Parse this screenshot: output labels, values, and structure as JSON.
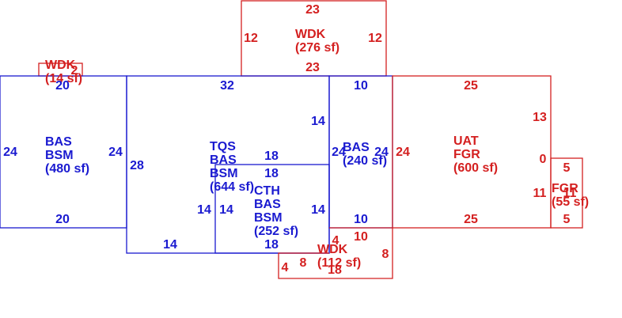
{
  "colors": {
    "main_area": "#1a1ad0",
    "other_area": "#d42020",
    "background": "#ffffff"
  },
  "areas": [
    {
      "id": "wdk-top",
      "color": "red",
      "lines": [
        "WDK",
        "(276 sf)"
      ]
    },
    {
      "id": "wdk-small",
      "color": "red",
      "lines": [
        "WDK",
        "(14 sf)"
      ]
    },
    {
      "id": "bas-left",
      "color": "blue",
      "lines": [
        "BAS",
        "BSM",
        "(480 sf)"
      ]
    },
    {
      "id": "tqs",
      "color": "blue",
      "lines": [
        "TQS",
        "BAS",
        "BSM",
        "(644 sf)"
      ]
    },
    {
      "id": "cth",
      "color": "blue",
      "lines": [
        "CTH",
        "BAS",
        "BSM",
        "(252 sf)"
      ]
    },
    {
      "id": "bas-240",
      "color": "blue",
      "lines": [
        "BAS",
        "(240 sf)"
      ]
    },
    {
      "id": "uat",
      "color": "red",
      "lines": [
        "UAT",
        "FGR",
        "(600 sf)"
      ]
    },
    {
      "id": "fgr",
      "color": "red",
      "lines": [
        "FGR",
        "(55 sf)"
      ]
    },
    {
      "id": "wdk-bottom",
      "color": "red",
      "lines": [
        "WDK",
        "(112 sf)"
      ]
    }
  ],
  "dimensions": [
    {
      "id": "wdk-top-top",
      "color": "red",
      "text": "23"
    },
    {
      "id": "wdk-top-left",
      "color": "red",
      "text": "12"
    },
    {
      "id": "wdk-top-right",
      "color": "red",
      "text": "12"
    },
    {
      "id": "wdk-top-bottom",
      "color": "red",
      "text": "23"
    },
    {
      "id": "wdk-small-side",
      "color": "red",
      "text": "2"
    },
    {
      "id": "bas-left-top",
      "color": "blue",
      "text": "20"
    },
    {
      "id": "bas-left-left",
      "color": "blue",
      "text": "24"
    },
    {
      "id": "bas-left-right",
      "color": "blue",
      "text": "24"
    },
    {
      "id": "bas-left-bottom",
      "color": "blue",
      "text": "20"
    },
    {
      "id": "tqs-top",
      "color": "blue",
      "text": "32"
    },
    {
      "id": "tqs-left",
      "color": "blue",
      "text": "28"
    },
    {
      "id": "tqs-right",
      "color": "blue",
      "text": "14"
    },
    {
      "id": "tqs-inner-h1",
      "color": "blue",
      "text": "18"
    },
    {
      "id": "cth-top",
      "color": "blue",
      "text": "18"
    },
    {
      "id": "tqs-bottom",
      "color": "blue",
      "text": "14"
    },
    {
      "id": "tqs-inner-v",
      "color": "blue",
      "text": "14"
    },
    {
      "id": "cth-left",
      "color": "blue",
      "text": "14"
    },
    {
      "id": "cth-right",
      "color": "blue",
      "text": "14"
    },
    {
      "id": "cth-bottom",
      "color": "blue",
      "text": "18"
    },
    {
      "id": "bas240-top",
      "color": "blue",
      "text": "10"
    },
    {
      "id": "bas240-left",
      "color": "blue",
      "text": "24"
    },
    {
      "id": "bas240-right",
      "color": "blue",
      "text": "24"
    },
    {
      "id": "bas240-bottom",
      "color": "blue",
      "text": "10"
    },
    {
      "id": "uat-left",
      "color": "red",
      "text": "24"
    },
    {
      "id": "uat-top",
      "color": "red",
      "text": "25"
    },
    {
      "id": "uat-right-upper",
      "color": "red",
      "text": "13"
    },
    {
      "id": "uat-right-mid",
      "color": "red",
      "text": "0"
    },
    {
      "id": "uat-right-lower",
      "color": "red",
      "text": "11"
    },
    {
      "id": "uat-bottom",
      "color": "red",
      "text": "25"
    },
    {
      "id": "fgr-top",
      "color": "red",
      "text": "5"
    },
    {
      "id": "fgr-side",
      "color": "red",
      "text": "11"
    },
    {
      "id": "fgr-bottom",
      "color": "red",
      "text": "5"
    },
    {
      "id": "wdk-bottom-top",
      "color": "red",
      "text": "10"
    },
    {
      "id": "wdk-bottom-4a",
      "color": "red",
      "text": "4"
    },
    {
      "id": "wdk-bottom-right",
      "color": "red",
      "text": "8"
    },
    {
      "id": "wdk-bottom-8",
      "color": "red",
      "text": "8"
    },
    {
      "id": "wdk-bottom-left",
      "color": "red",
      "text": "4"
    },
    {
      "id": "wdk-bottom-bottom",
      "color": "red",
      "text": "18"
    }
  ]
}
